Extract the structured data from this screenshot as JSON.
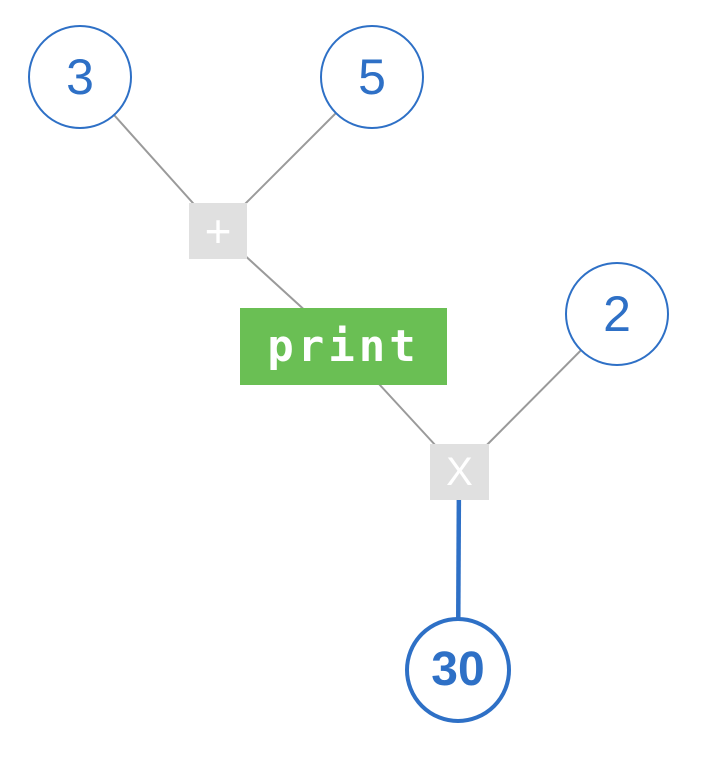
{
  "diagram": {
    "type": "expression-tree",
    "nodes": [
      {
        "id": "value-3",
        "kind": "value",
        "label": "3"
      },
      {
        "id": "value-5",
        "kind": "value",
        "label": "5"
      },
      {
        "id": "op-plus",
        "kind": "operator",
        "label": "+"
      },
      {
        "id": "fn-print",
        "kind": "function",
        "label": "print"
      },
      {
        "id": "value-2",
        "kind": "value",
        "label": "2"
      },
      {
        "id": "op-times",
        "kind": "operator",
        "label": "X"
      },
      {
        "id": "result-30",
        "kind": "result",
        "label": "30"
      }
    ],
    "edges": [
      {
        "from": "value-3",
        "to": "op-plus",
        "color": "gray"
      },
      {
        "from": "value-5",
        "to": "op-plus",
        "color": "gray"
      },
      {
        "from": "op-plus",
        "to": "fn-print",
        "color": "gray"
      },
      {
        "from": "fn-print",
        "to": "op-times",
        "color": "gray"
      },
      {
        "from": "value-2",
        "to": "op-times",
        "color": "gray"
      },
      {
        "from": "op-times",
        "to": "result-30",
        "color": "blue"
      }
    ]
  },
  "colors": {
    "node_blue": "#2e70c6",
    "edge_gray": "#9a9a9a",
    "operator_bg": "#e0e0e0",
    "print_green": "#6abf54",
    "glyph_white": "#ffffff",
    "background": "#ffffff"
  }
}
